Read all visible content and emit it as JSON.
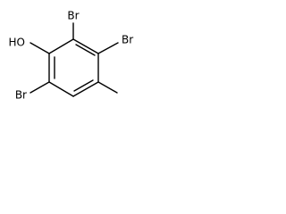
{
  "molecule": {
    "substituents": {
      "hydroxyl": "HO",
      "bromo_ortho_top": "Br",
      "bromo_meta": "Br",
      "bromo_ortho_bottom": "Br"
    },
    "colors": {
      "bond": "#000000",
      "label": "#000000",
      "background": "#ffffff"
    }
  }
}
